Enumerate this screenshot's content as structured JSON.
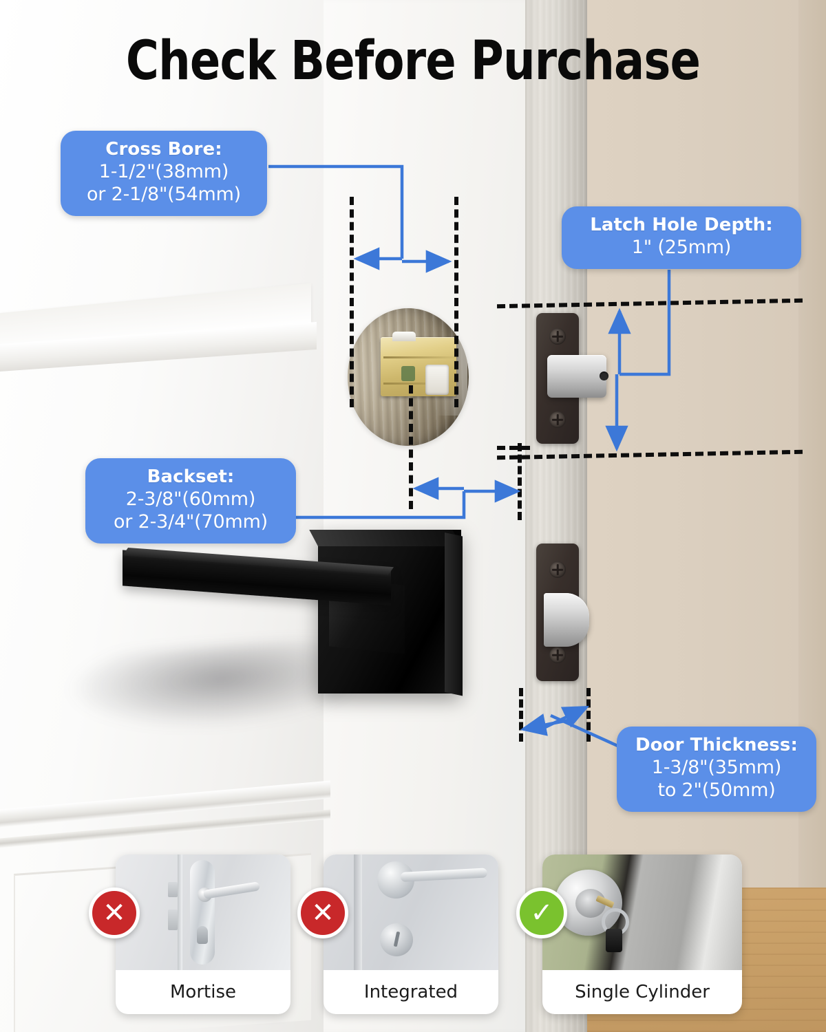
{
  "title": "Check Before Purchase",
  "colors": {
    "callout_blue": "#5B8FE8",
    "arrow_blue": "#3C78D8",
    "guide_black": "#0D0D0D",
    "badge_red": "#C8282A",
    "badge_green": "#7AC22E",
    "title_black": "#0A0A0A",
    "wall_beige": "#DED2C2",
    "floor_wood": "#CFA670",
    "handle_black": "#0A0A0A"
  },
  "callouts": [
    {
      "id": "cross-bore",
      "title": "Cross Bore:",
      "lines": [
        "1-1/2\"(38mm)",
        "or 2-1/8\"(54mm)"
      ]
    },
    {
      "id": "latch-hole-depth",
      "title": "Latch Hole Depth:",
      "lines": [
        "1\" (25mm)"
      ]
    },
    {
      "id": "backset",
      "title": "Backset:",
      "lines": [
        "2-3/8\"(60mm)",
        "or 2-3/4\"(70mm)"
      ]
    },
    {
      "id": "door-thickness",
      "title": "Door Thickness:",
      "lines": [
        "1-3/8\"(35mm)",
        "to 2\"(50mm)"
      ]
    }
  ],
  "cards": [
    {
      "label": "Mortise",
      "badge": "x",
      "badge_glyph": "✕",
      "badge_color": "#C8282A"
    },
    {
      "label": "Integrated",
      "badge": "x",
      "badge_glyph": "✕",
      "badge_color": "#C8282A"
    },
    {
      "label": "Single Cylinder",
      "badge": "ok",
      "badge_glyph": "✓",
      "badge_color": "#7AC22E"
    }
  ],
  "icons": {
    "cross": "cross-mark-icon",
    "check": "check-mark-icon"
  }
}
